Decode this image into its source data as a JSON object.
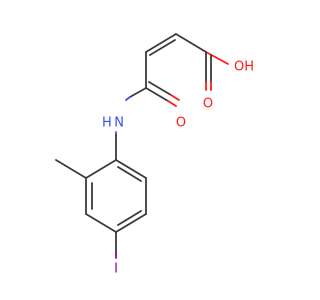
{
  "molecule": {
    "atoms": {
      "oh": {
        "label": "OH",
        "color": "#ff1a1a"
      },
      "carbonyl_o_acid": {
        "label": "O",
        "color": "#ff1a1a"
      },
      "carbonyl_o_amide": {
        "label": "O",
        "color": "#ff1a1a"
      },
      "amide_nh": {
        "label": "H N",
        "color": "#3050f8"
      },
      "iodine": {
        "label": "I",
        "color": "#940094"
      }
    }
  }
}
